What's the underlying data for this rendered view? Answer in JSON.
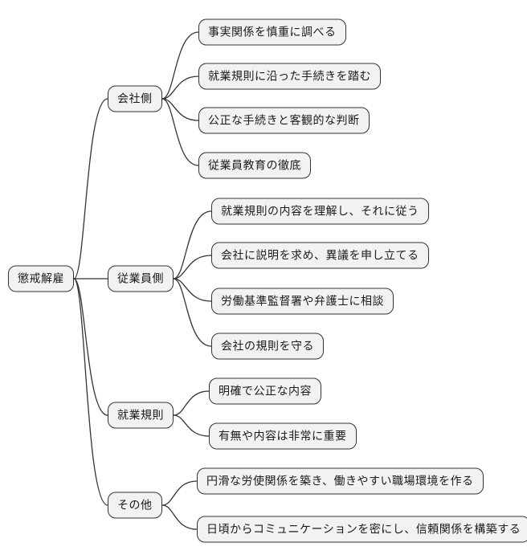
{
  "diagram": {
    "type": "mindmap",
    "title": "懲戒解雇",
    "root": {
      "id": "root",
      "label": "懲戒解雇"
    },
    "branches": [
      {
        "id": "company",
        "label": "会社側",
        "children": [
          {
            "id": "company-1",
            "label": "事実関係を慎重に調べる"
          },
          {
            "id": "company-2",
            "label": "就業規則に沿った手続きを踏む"
          },
          {
            "id": "company-3",
            "label": "公正な手続きと客観的な判断"
          },
          {
            "id": "company-4",
            "label": "従業員教育の徹底"
          }
        ]
      },
      {
        "id": "employee",
        "label": "従業員側",
        "children": [
          {
            "id": "employee-1",
            "label": "就業規則の内容を理解し、それに従う"
          },
          {
            "id": "employee-2",
            "label": "会社に説明を求め、異議を申し立てる"
          },
          {
            "id": "employee-3",
            "label": "労働基準監督署や弁護士に相談"
          },
          {
            "id": "employee-4",
            "label": "会社の規則を守る"
          }
        ]
      },
      {
        "id": "rules",
        "label": "就業規則",
        "children": [
          {
            "id": "rules-1",
            "label": "明確で公正な内容"
          },
          {
            "id": "rules-2",
            "label": "有無や内容は非常に重要"
          }
        ]
      },
      {
        "id": "other",
        "label": "その他",
        "children": [
          {
            "id": "other-1",
            "label": "円滑な労使関係を築き、働きやすい職場環境を作る"
          },
          {
            "id": "other-2",
            "label": "日頃からコミュニケーションを密にし、信頼関係を構築する"
          }
        ]
      }
    ],
    "colors": {
      "background": "#ffffff",
      "node_fill": "#f2f2f2",
      "node_border": "#333333",
      "edge": "#333333",
      "text": "#1a1a1a"
    }
  }
}
